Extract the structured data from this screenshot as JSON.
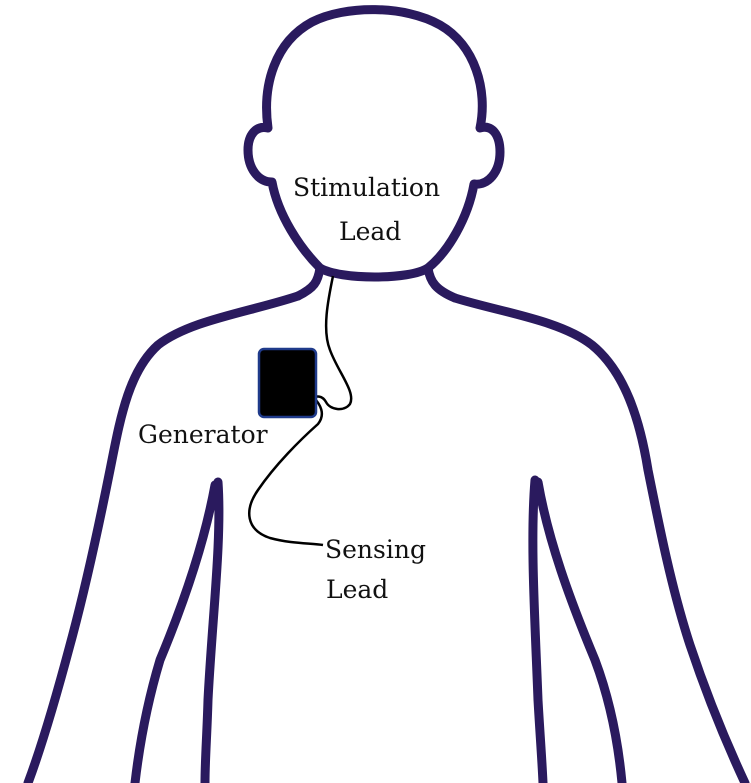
{
  "labels": {
    "stimulation": [
      "Stimulation",
      "Lead"
    ],
    "generator": "Generator",
    "sensing": [
      "Sensing",
      "Lead"
    ]
  },
  "colors": {
    "outline": "#2a1a5e",
    "generator_fill": "#000000",
    "generator_border": "#1f3a8a",
    "lead": "#000000",
    "background": "#ffffff"
  }
}
